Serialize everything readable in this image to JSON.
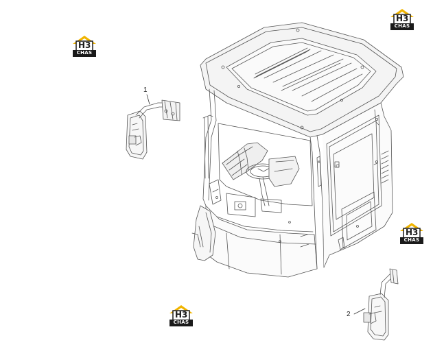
{
  "callouts": [
    {
      "label": "1"
    },
    {
      "label": "2"
    }
  ],
  "logo": {
    "top_text": "H3",
    "bottom_text": "CHAS",
    "colors": {
      "roof": "#f0b400",
      "body": "#1a1a1a"
    }
  },
  "parts": [
    {
      "name": "cab",
      "icon": "operator-cab-illustration"
    },
    {
      "name": "mirror-left",
      "icon": "rear-view-mirror-illustration"
    },
    {
      "name": "mirror-right",
      "icon": "rear-view-mirror-illustration"
    }
  ]
}
